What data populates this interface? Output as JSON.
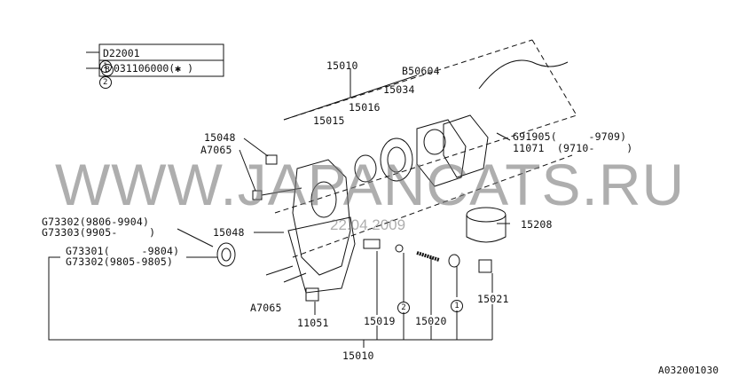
{
  "legend": [
    {
      "marker": "1",
      "text": "D22001"
    },
    {
      "marker": "2",
      "badge": "B",
      "text": "031106000(✱ )"
    }
  ],
  "labels": {
    "p15010_top": "15010",
    "pB50604": "B50604",
    "p15034": "15034",
    "p15016": "15016",
    "p15015": "15015",
    "p15048_a": "15048",
    "pA7065_a": "A7065",
    "pG91905": "G91905(     -9709)",
    "p11071": "11071  (9710-     )",
    "pG73302a": "G73302(9806-9904)",
    "pG73303": "G73303(9905-     )",
    "p15048_b": "15048",
    "p15208": "15208",
    "pG73301": "G73301(     -9804)",
    "pG73302b": "G73302(9805-9805)",
    "pA7065_b": "A7065",
    "p11051": "11051",
    "p15019": "15019",
    "p15020": "15020",
    "p15021": "15021",
    "p15010_bottom": "15010",
    "marker2": "2",
    "marker1": "1"
  },
  "watermark": "WWW.JAPANCATS.RU",
  "date": "22.04.2009",
  "diagram_code": "A032001030"
}
